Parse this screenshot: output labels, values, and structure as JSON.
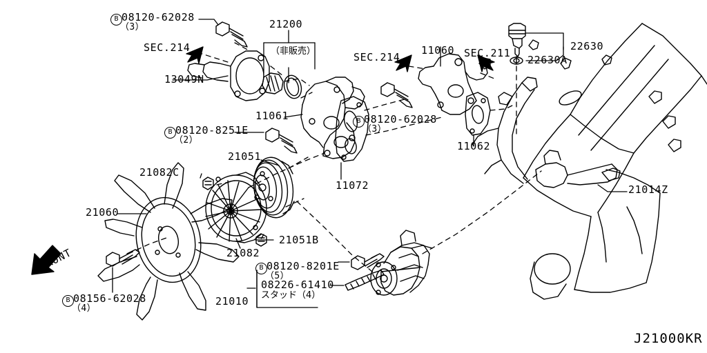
{
  "diagram": {
    "code": "J21000KR",
    "front_marker": "FRONT",
    "section_refs": [
      "SEC.214",
      "SEC.214",
      "SEC.211"
    ],
    "note_nonsale": "（非販売）",
    "note_stud": "スタッド（4）"
  },
  "callouts": {
    "bolt_top_left": {
      "prefix": "B",
      "number": "08120-62028",
      "qty": "（3）"
    },
    "housing_21200": "21200",
    "nonsale": "（非販売）",
    "sec_214_left": "SEC.214",
    "part_13049n": "13049N",
    "sec_214_mid": "SEC.214",
    "part_11060": "11060",
    "sec_211": "SEC.211",
    "part_22630": "22630",
    "part_22630a": "22630A",
    "part_11061": "11061",
    "bolt_mid": {
      "prefix": "B",
      "number": "08120-62028",
      "qty": "（3）"
    },
    "part_11062": "11062",
    "bolt_8251e": {
      "prefix": "B",
      "number": "08120-8251E",
      "qty": "（2）"
    },
    "part_11072": "11072",
    "part_21051": "21051",
    "part_21082c": "21082C",
    "part_21060": "21060",
    "part_21082": "21082",
    "part_21051b": "21051B",
    "bolt_8201e": {
      "prefix": "B",
      "number": "08120-8201E",
      "qty": "（5）"
    },
    "stud_08226": "08226-61410",
    "stud_note": "スタッド（4）",
    "part_21010": "21010",
    "bolt_62028_lower": {
      "prefix": "B",
      "number": "08156-62028",
      "qty": "（4）"
    },
    "part_21014z": "21014Z"
  },
  "colors": {
    "line": "#000000",
    "background": "#ffffff"
  }
}
